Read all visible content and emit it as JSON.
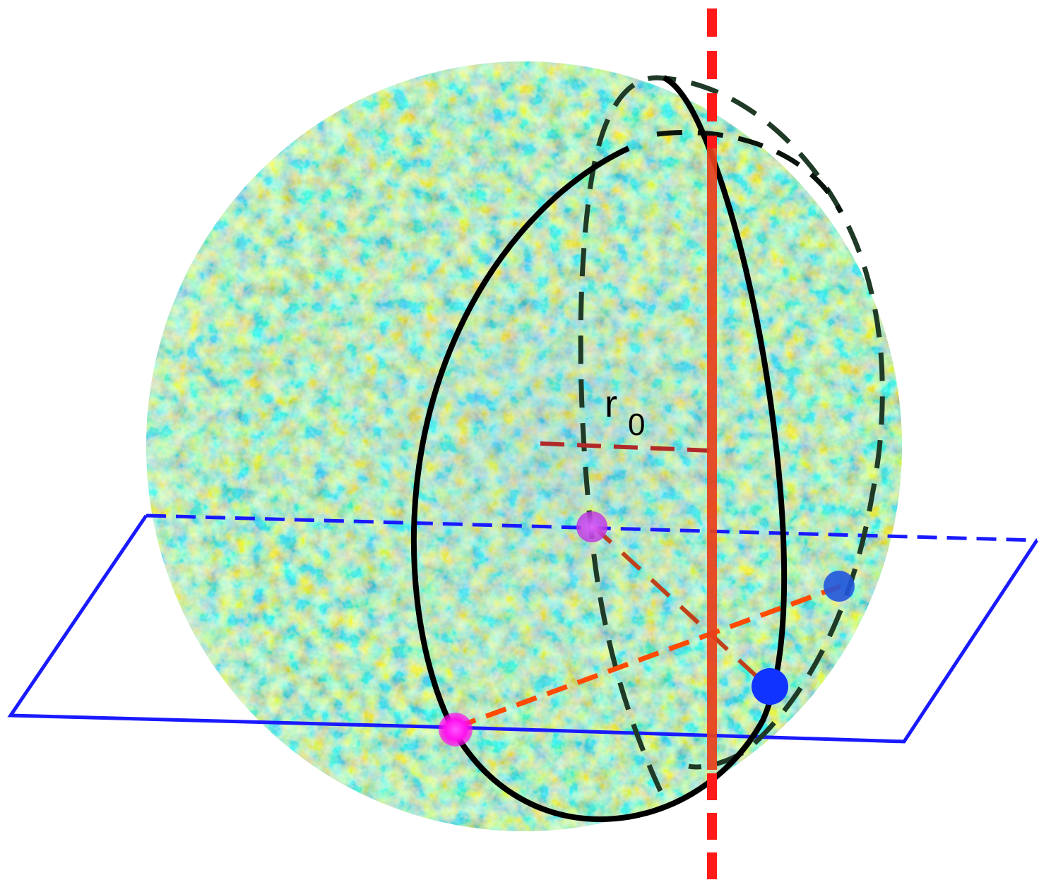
{
  "diagram": {
    "labels": {
      "radius_main": "r",
      "radius_sub": "0"
    },
    "colors": {
      "background": "#ffffff",
      "axis": "#ff1a1a",
      "plane": "#1a1aff",
      "circle": "#000000",
      "great_circle_back": "#1e3a2a",
      "radius_line": "#a52a2a",
      "chord_line": "#ff4500",
      "point_magenta": "#ff00ff",
      "point_violet": "#cc33ee",
      "point_blue": "#1133ff",
      "point_blue_back": "#2255dd"
    },
    "elements": [
      "textured-sphere",
      "rotation-axis",
      "horizontal-plane",
      "black-circle",
      "back-great-circle",
      "radius-line",
      "chord-line",
      "center-point",
      "intersection-points"
    ]
  }
}
